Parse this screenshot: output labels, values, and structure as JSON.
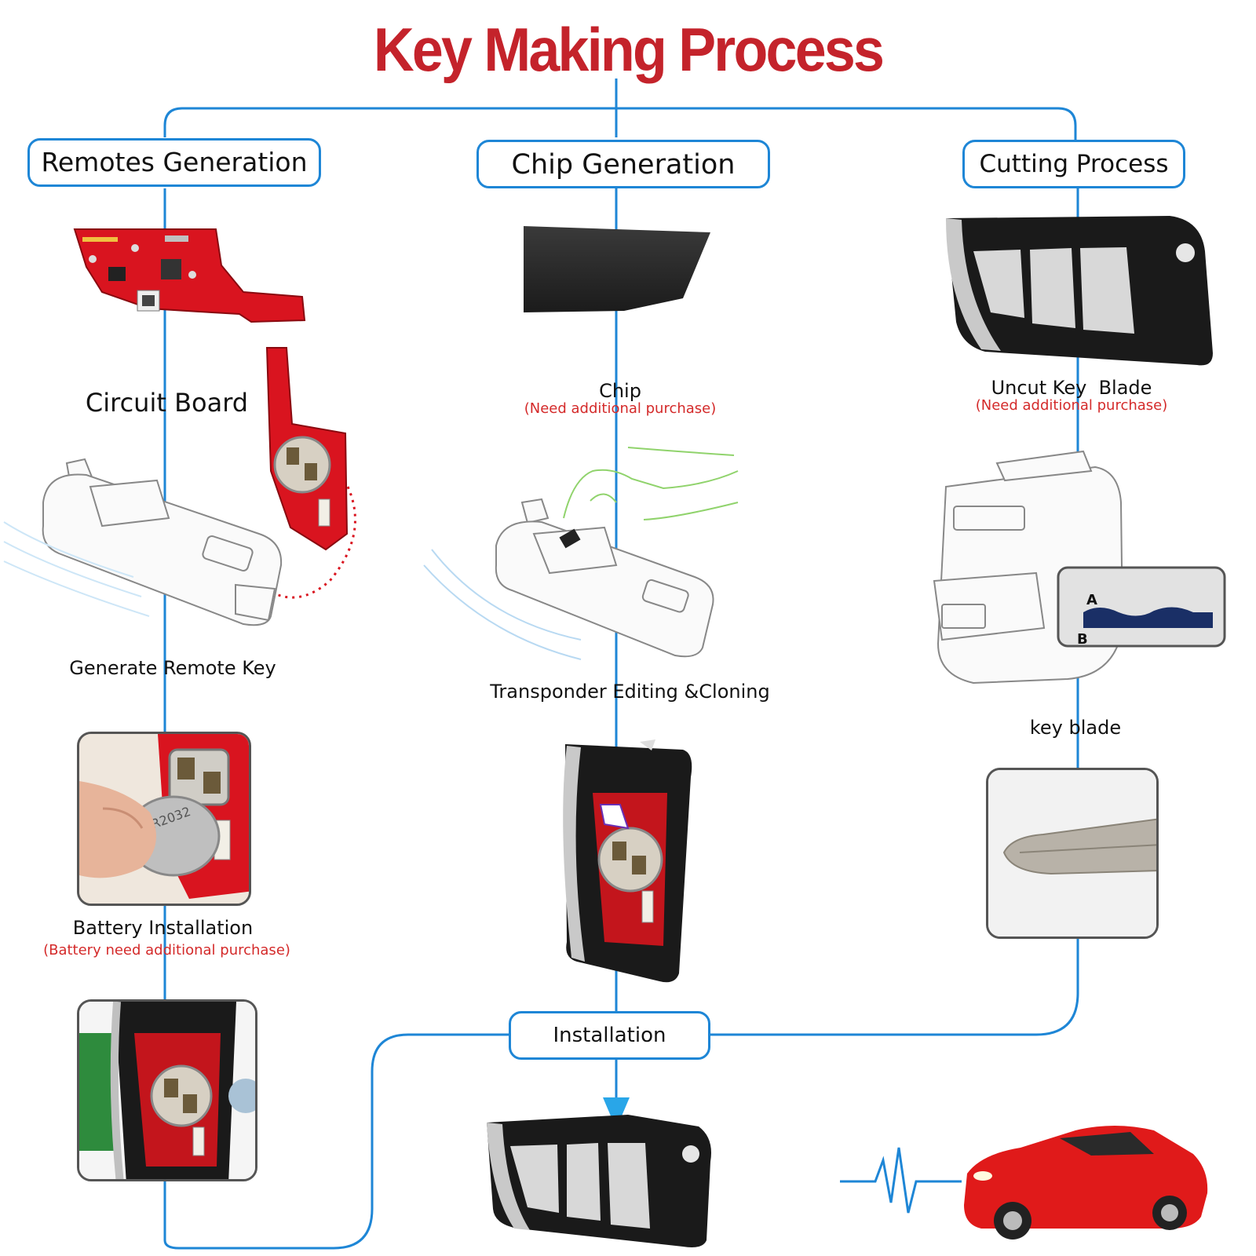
{
  "title": "Key Making Process",
  "colors": {
    "accent_blue": "#1e86d6",
    "title_red": "#c4232b",
    "note_red": "#d42a2a",
    "pcb_red": "#d9141f",
    "car_red": "#e01a1a"
  },
  "branches": {
    "remotes": {
      "heading": "Remotes Generation",
      "steps": [
        {
          "label": "Circuit Board"
        },
        {
          "label": "Generate Remote Key"
        },
        {
          "label": "Battery Installation",
          "note": "(Battery need additional purchase)"
        }
      ],
      "battery_text": "CR2032"
    },
    "chip": {
      "heading": "Chip Generation",
      "steps": [
        {
          "label": "Chip",
          "note": "(Need additional purchase)"
        },
        {
          "label": "Transponder Editing &Cloning"
        }
      ]
    },
    "cutting": {
      "heading": "Cutting Process",
      "steps": [
        {
          "label": "Uncut Key  Blade",
          "note": "(Need additional purchase)"
        },
        {
          "label": "key blade"
        }
      ],
      "inset_marks": {
        "a": "A",
        "b": "B"
      }
    }
  },
  "installation": {
    "label": "Installation"
  },
  "icons": [
    "circuit-board-icon",
    "key-tool-icon",
    "chip-icon",
    "remote-key-icon",
    "cutting-machine-icon",
    "key-blade-icon",
    "pulse-icon",
    "car-icon",
    "arrow-down-icon"
  ]
}
